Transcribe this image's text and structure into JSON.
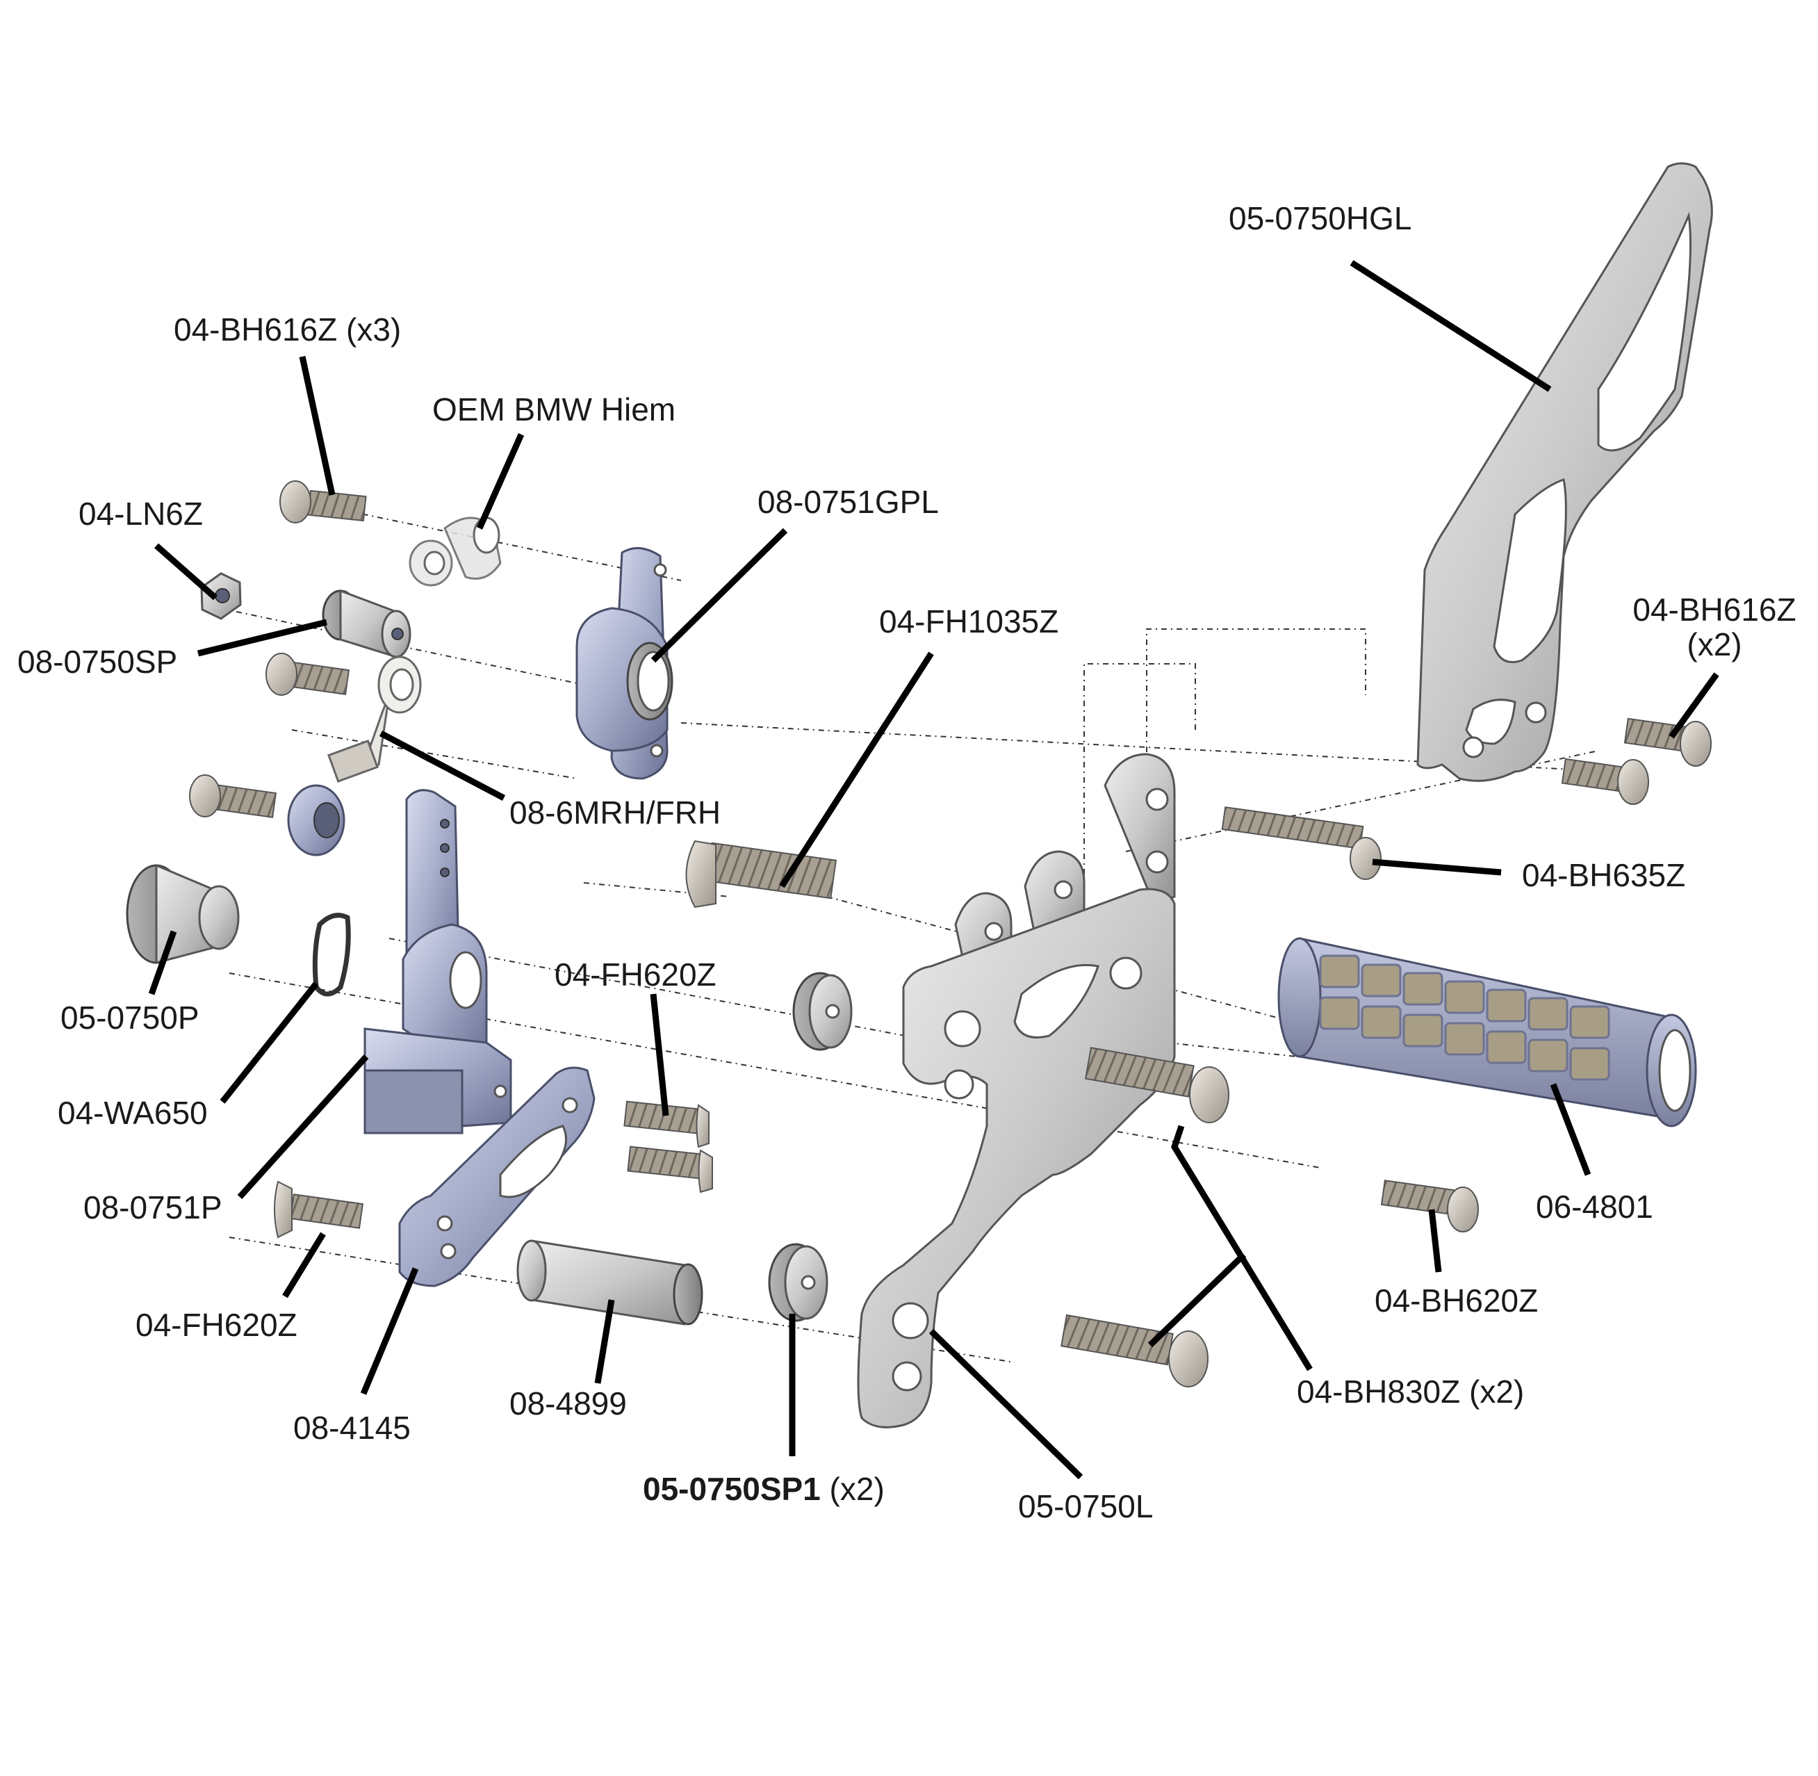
{
  "diagram": {
    "labels": {
      "hgl": "05-0750HGL",
      "bh616_x3": "04-BH616Z (x3)",
      "oem_hiem": "OEM BMW Hiem",
      "ln6z": "04-LN6Z",
      "gpl": "08-0751GPL",
      "bh616_x2_line1": "04-BH616Z",
      "bh616_x2_line2": "(x2)",
      "sp": "08-0750SP",
      "fh1035": "04-FH1035Z",
      "mrh": "08-6MRH/FRH",
      "bh635": "04-BH635Z",
      "p0750": "05-0750P",
      "fh620_upper": "04-FH620Z",
      "wa650": "04-WA650",
      "grip": "06-4801",
      "p0751": "08-0751P",
      "bh620": "04-BH620Z",
      "fh620_lower": "04-FH620Z",
      "bh830": "04-BH830Z (x2)",
      "p4145": "08-4145",
      "p4899": "08-4899",
      "sp1_bold": "05-0750SP1",
      "sp1_qty": " (x2)",
      "l0750": "05-0750L"
    },
    "colors": {
      "aluminum": "#c8c8c8",
      "anodized_blue": "#9fa6c4",
      "steel": "#9c9c9c",
      "leader": "#000000"
    }
  }
}
